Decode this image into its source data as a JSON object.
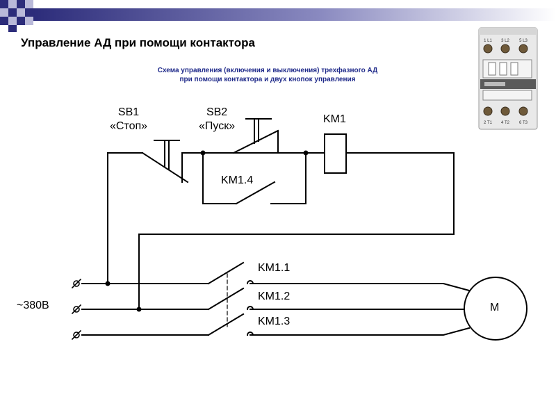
{
  "slide": {
    "title": "Управление АД при помощи контактора",
    "subtitle_line1": "Схема управления (включения и выключения) трехфазного АД",
    "subtitle_line2": "при помощи контактора и двух кнопок управления"
  },
  "colors": {
    "bar_dark": "#2c2c7a",
    "bar_light": "#ffffff",
    "subtitle": "#1f2a8a",
    "wire": "#000000"
  },
  "contactor_photo": {
    "top_terminals": [
      "1 L1",
      "3 L2",
      "5 L3"
    ],
    "bottom_terminals": [
      "2 T1",
      "4 T2",
      "6 T3"
    ]
  },
  "diagram": {
    "sb1_name": "SB1",
    "sb1_function": "«Стоп»",
    "sb2_name": "SB2",
    "sb2_function": "«Пуск»",
    "coil": "KM1",
    "aux_contact": "KM1.4",
    "main_contacts": [
      "KM1.1",
      "KM1.2",
      "KM1.3"
    ],
    "supply": "~380В",
    "motor": "M"
  }
}
